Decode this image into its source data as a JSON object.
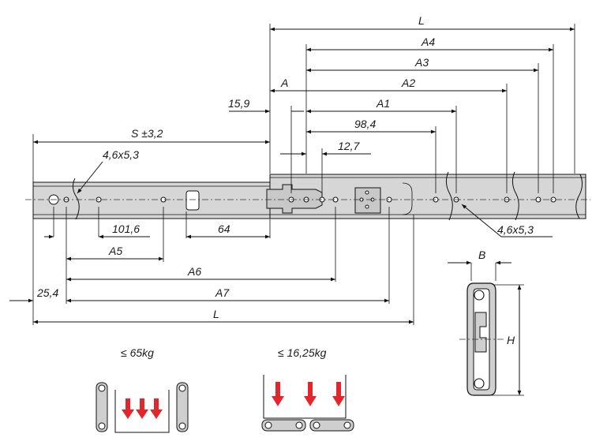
{
  "dimensions": {
    "L_top": "L",
    "A4": "A4",
    "A3": "A3",
    "A2": "A2",
    "A": "A",
    "A1": "A1",
    "d15_9": "15,9",
    "S": "S ±3,2",
    "d98_4": "98,4",
    "hole_left": "4,6x5,3",
    "d12_7": "12,7",
    "hole_right": "4,6x5,3",
    "d101_6": "101,6",
    "d64": "64",
    "A5": "A5",
    "A6": "A6",
    "d25_4": "25,4",
    "A7": "A7",
    "L_bottom": "L"
  },
  "section": {
    "B": "B",
    "H": "H"
  },
  "loads": {
    "horizontal": "≤ 65kg",
    "vertical": "≤ 16,25kg"
  },
  "colors": {
    "rail": "#d6d6d6",
    "arrow_red": "#e3262b",
    "line": "#111111"
  }
}
